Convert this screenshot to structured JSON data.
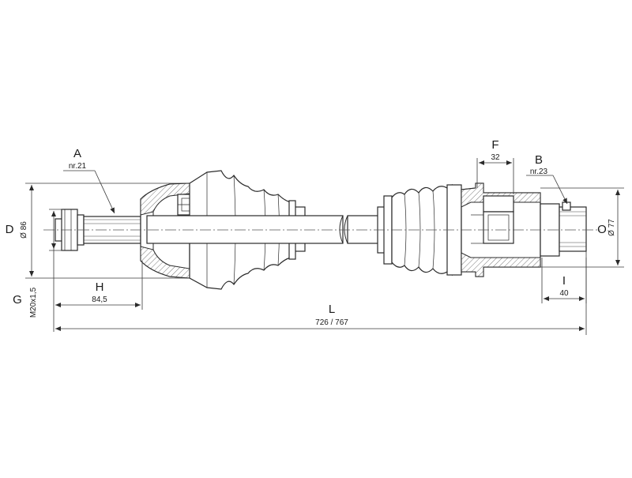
{
  "labels": {
    "A": "A",
    "A_sub": "nr.21",
    "B": "B",
    "B_sub": "nr.23",
    "D": "D",
    "D_value": "Ø 86",
    "F": "F",
    "F_value": "32",
    "G": "G",
    "G_value": "M20x1,5",
    "H": "H",
    "H_value": "84,5",
    "I": "I",
    "I_value": "40",
    "L": "L",
    "L_value": "726 / 767",
    "O": "O",
    "O_value": "Ø 77"
  }
}
